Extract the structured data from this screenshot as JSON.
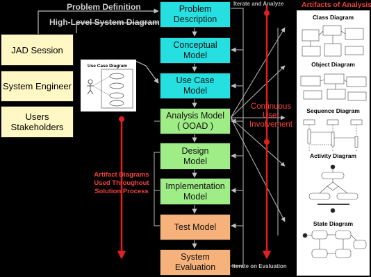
{
  "header": {
    "problem_definition": "Problem Definition",
    "high_level_system_diagram": "High-Level System Diagram",
    "iterate_and_analyze": "Iterate and Analyze",
    "iterate_on_evaluation": "Iterate on Evaluation",
    "artifacts_of_analysis": "Artifacts of Analysis"
  },
  "sources": [
    {
      "label": "JAD Session"
    },
    {
      "label": "System Engineer"
    },
    {
      "label": "Users\nStakeholders"
    }
  ],
  "use_case_thumb": {
    "caption": "Use Case Diagram"
  },
  "process": [
    {
      "label": "Problem\nDescription",
      "color": "#26dfe0"
    },
    {
      "label": "Conceptual\nModel",
      "color": "#26dfe0"
    },
    {
      "label": "Use Case\nModel",
      "color": "#26dfe0"
    },
    {
      "label": "Analysis Model\n( OOAD )",
      "color": "#9fed86"
    },
    {
      "label": "Design\nModel",
      "color": "#9fed86"
    },
    {
      "label": "Implementation\nModel",
      "color": "#9fed86"
    },
    {
      "label": "Test Model",
      "color": "#f6b27a"
    },
    {
      "label": "System Evaluation",
      "color": "#f6b27a"
    }
  ],
  "notes": {
    "artifact_diagrams": "Artifact Diagrams\nUsed Throughout\nSolution Process",
    "continuous_user_involvement": "Continuous\nUser\nInvolvement"
  },
  "artifacts": [
    {
      "title": "Class Diagram"
    },
    {
      "title": "Object Diagram"
    },
    {
      "title": "Sequence Diagram"
    },
    {
      "title": "Activity Diagram"
    },
    {
      "title": "State Diagram"
    }
  ],
  "colors": {
    "accent_red": "#e82020",
    "background": "#000000",
    "panel": "#ffffff"
  }
}
